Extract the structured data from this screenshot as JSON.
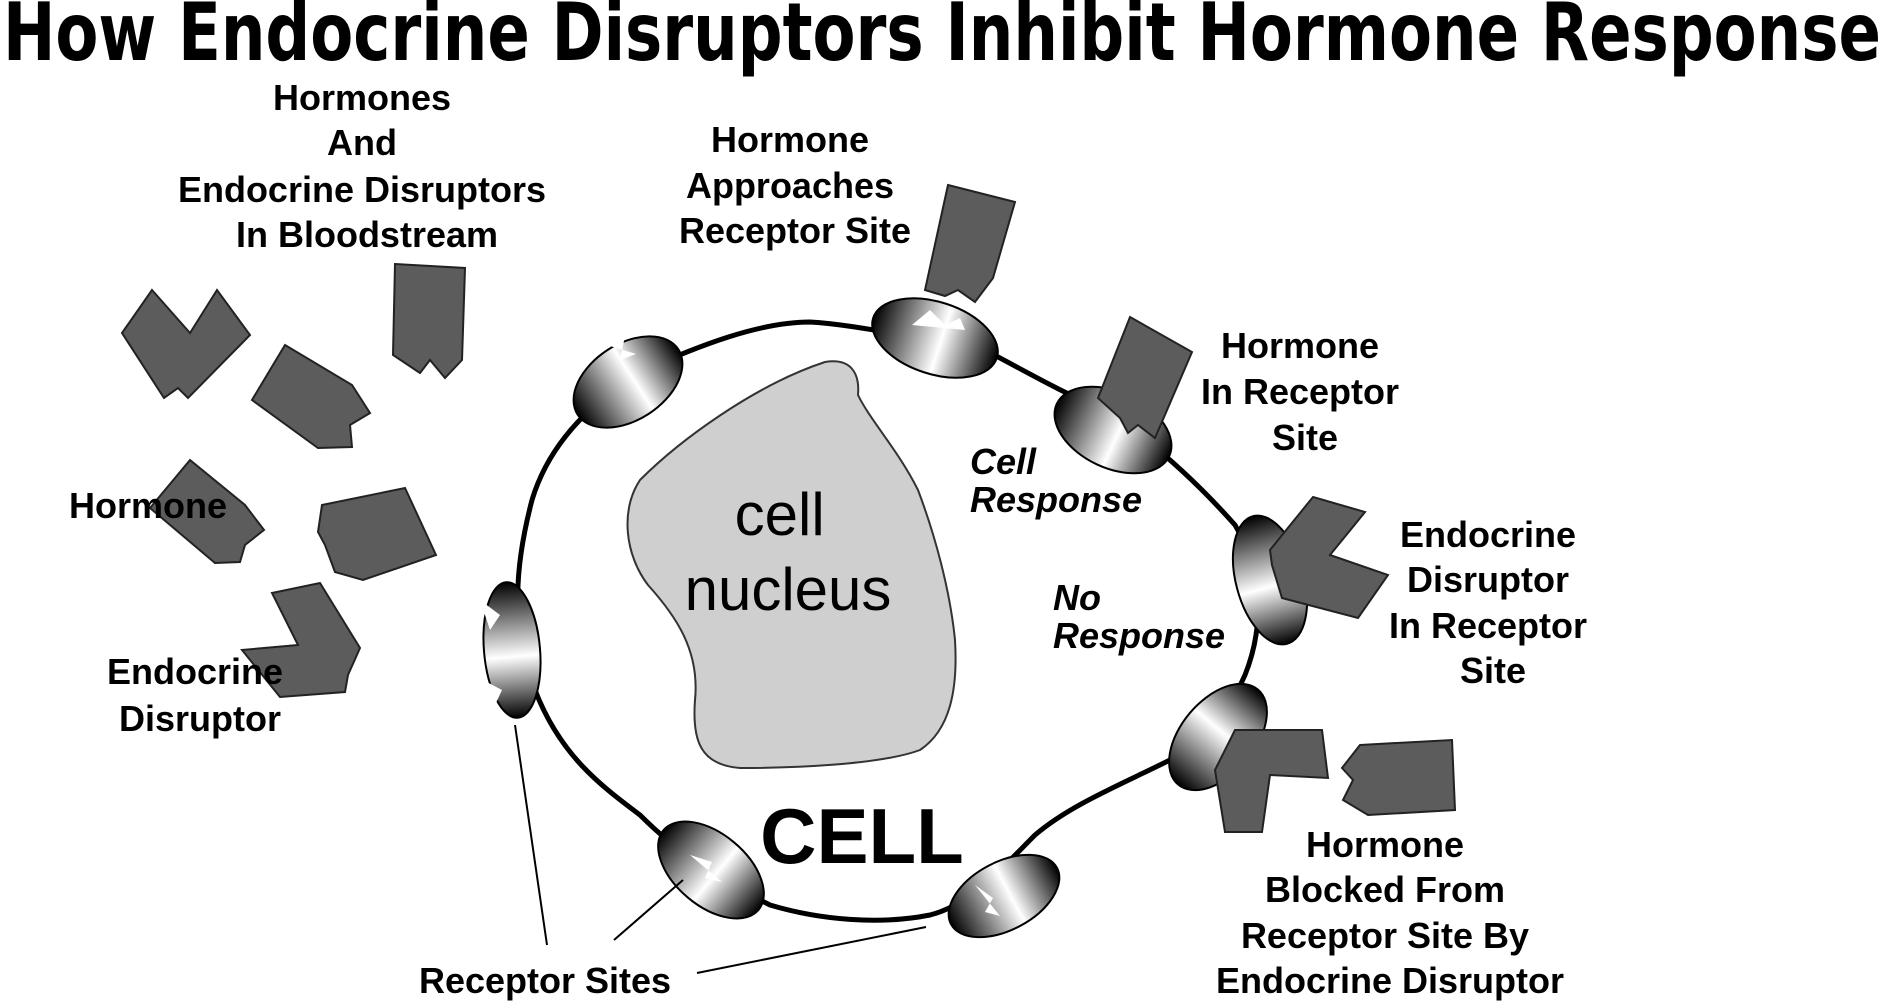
{
  "title": "How Endocrine Disruptors Inhibit Hormone Response",
  "labels": {
    "bloodstream": [
      "Hormones",
      "And",
      "Endocrine Disruptors",
      "In Bloodstream"
    ],
    "hormone": "Hormone",
    "disruptor": [
      "Endocrine",
      "Disruptor"
    ],
    "approaches": [
      "Hormone",
      "Approaches",
      "Receptor Site"
    ],
    "in_receptor": [
      "Hormone",
      "In Receptor",
      "Site"
    ],
    "cell_response": [
      "Cell",
      "Response"
    ],
    "no_response": [
      "No",
      "Response"
    ],
    "disruptor_in_receptor": [
      "Endocrine",
      "Disruptor",
      "In Receptor",
      "Site"
    ],
    "blocked": [
      "Hormone",
      "Blocked From",
      "Receptor Site By",
      "Endocrine Disruptor"
    ],
    "receptor_sites": "Receptor Sites"
  },
  "nucleus": [
    "cell",
    "nucleus"
  ],
  "cell": "CELL",
  "colors": {
    "shape_fill": "#5c5c5c",
    "nucleus_fill": "#cfcfcf",
    "line": "#000000"
  }
}
